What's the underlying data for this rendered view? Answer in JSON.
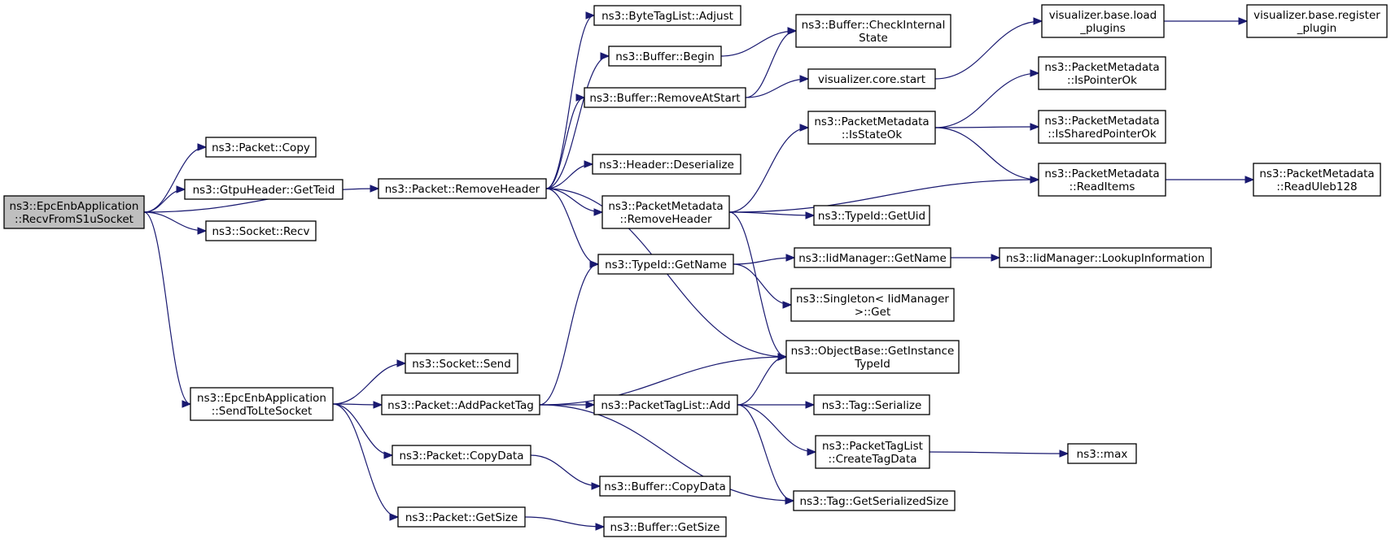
{
  "nodes": {
    "recv": [
      "ns3::EpcEnbApplication",
      "::RecvFromS1uSocket"
    ],
    "copy": [
      "ns3::Packet::Copy"
    ],
    "getteid": [
      "ns3::GtpuHeader::GetTeid"
    ],
    "recvsock": [
      "ns3::Socket::Recv"
    ],
    "removeheader": [
      "ns3::Packet::RemoveHeader"
    ],
    "sendtolte": [
      "ns3::EpcEnbApplication",
      "::SendToLteSocket"
    ],
    "bytetagadjust": [
      "ns3::ByteTagList::Adjust"
    ],
    "bufbegin": [
      "ns3::Buffer::Begin"
    ],
    "bufremoveatstart": [
      "ns3::Buffer::RemoveAtStart"
    ],
    "headerdeser": [
      "ns3::Header::Deserialize"
    ],
    "pmremoveheader": [
      "ns3::PacketMetadata",
      "::RemoveHeader"
    ],
    "typeidgetname": [
      "ns3::TypeId::GetName"
    ],
    "socketsend": [
      "ns3::Socket::Send"
    ],
    "addpackettag": [
      "ns3::Packet::AddPacketTag"
    ],
    "packetcopydata": [
      "ns3::Packet::CopyData"
    ],
    "packetgetsize": [
      "ns3::Packet::GetSize"
    ],
    "bufcheckinternal": [
      "ns3::Buffer::CheckInternal",
      "State"
    ],
    "viscorestart": [
      "visualizer.core.start"
    ],
    "pmisstateok": [
      "ns3::PacketMetadata",
      "::IsStateOk"
    ],
    "typeidgetuid": [
      "ns3::TypeId::GetUid"
    ],
    "iidgetname": [
      "ns3::IidManager::GetName"
    ],
    "singletonget": [
      "ns3::Singleton< IidManager",
      ">::Get"
    ],
    "objbasegetinst": [
      "ns3::ObjectBase::GetInstance",
      "TypeId"
    ],
    "ptladd": [
      "ns3::PacketTagList::Add"
    ],
    "bufcopydata": [
      "ns3::Buffer::CopyData"
    ],
    "bufgetsize": [
      "ns3::Buffer::GetSize"
    ],
    "visloadplugins": [
      "visualizer.base.load",
      "_plugins"
    ],
    "pmispointerok": [
      "ns3::PacketMetadata",
      "::IsPointerOk"
    ],
    "pmissharedok": [
      "ns3::PacketMetadata",
      "::IsSharedPointerOk"
    ],
    "pmreaditems": [
      "ns3::PacketMetadata",
      "::ReadItems"
    ],
    "iidlookup": [
      "ns3::IidManager::LookupInformation"
    ],
    "tagserialize": [
      "ns3::Tag::Serialize"
    ],
    "ptlcreatetag": [
      "ns3::PacketTagList",
      "::CreateTagData"
    ],
    "taggetsersize": [
      "ns3::Tag::GetSerializedSize"
    ],
    "visregplugin": [
      "visualizer.base.register",
      "_plugin"
    ],
    "pmreaduleb": [
      "ns3::PacketMetadata",
      "::ReadUleb128"
    ],
    "nsmax": [
      "ns3::max"
    ]
  },
  "edges": [
    [
      "recv",
      "copy"
    ],
    [
      "recv",
      "getteid"
    ],
    [
      "recv",
      "recvsock"
    ],
    [
      "recv",
      "removeheader"
    ],
    [
      "recv",
      "sendtolte"
    ],
    [
      "removeheader",
      "bytetagadjust"
    ],
    [
      "removeheader",
      "bufbegin"
    ],
    [
      "removeheader",
      "bufremoveatstart"
    ],
    [
      "removeheader",
      "headerdeser"
    ],
    [
      "removeheader",
      "pmremoveheader"
    ],
    [
      "removeheader",
      "typeidgetname"
    ],
    [
      "removeheader",
      "objbasegetinst"
    ],
    [
      "bufbegin",
      "bufcheckinternal"
    ],
    [
      "bufremoveatstart",
      "bufcheckinternal"
    ],
    [
      "bufremoveatstart",
      "viscorestart"
    ],
    [
      "viscorestart",
      "visloadplugins"
    ],
    [
      "visloadplugins",
      "visregplugin"
    ],
    [
      "pmremoveheader",
      "pmisstateok"
    ],
    [
      "pmremoveheader",
      "pmreaditems"
    ],
    [
      "pmremoveheader",
      "typeidgetuid"
    ],
    [
      "pmremoveheader",
      "objbasegetinst"
    ],
    [
      "pmisstateok",
      "pmispointerok"
    ],
    [
      "pmisstateok",
      "pmissharedok"
    ],
    [
      "pmisstateok",
      "pmreaditems"
    ],
    [
      "pmreaditems",
      "pmreaduleb"
    ],
    [
      "typeidgetname",
      "iidgetname"
    ],
    [
      "typeidgetname",
      "singletonget"
    ],
    [
      "iidgetname",
      "iidlookup"
    ],
    [
      "sendtolte",
      "socketsend"
    ],
    [
      "sendtolte",
      "addpackettag"
    ],
    [
      "sendtolte",
      "packetcopydata"
    ],
    [
      "sendtolte",
      "packetgetsize"
    ],
    [
      "addpackettag",
      "typeidgetname"
    ],
    [
      "addpackettag",
      "objbasegetinst"
    ],
    [
      "addpackettag",
      "ptladd"
    ],
    [
      "addpackettag",
      "taggetsersize"
    ],
    [
      "ptladd",
      "objbasegetinst"
    ],
    [
      "ptladd",
      "tagserialize"
    ],
    [
      "ptladd",
      "ptlcreatetag"
    ],
    [
      "ptladd",
      "taggetsersize"
    ],
    [
      "ptlcreatetag",
      "nsmax"
    ],
    [
      "packetcopydata",
      "bufcopydata"
    ],
    [
      "packetgetsize",
      "bufgetsize"
    ]
  ],
  "colors": {
    "edge": "#191970",
    "root_fill": "#bfbfbf",
    "node_fill": "#ffffff",
    "node_border": "#000000"
  }
}
